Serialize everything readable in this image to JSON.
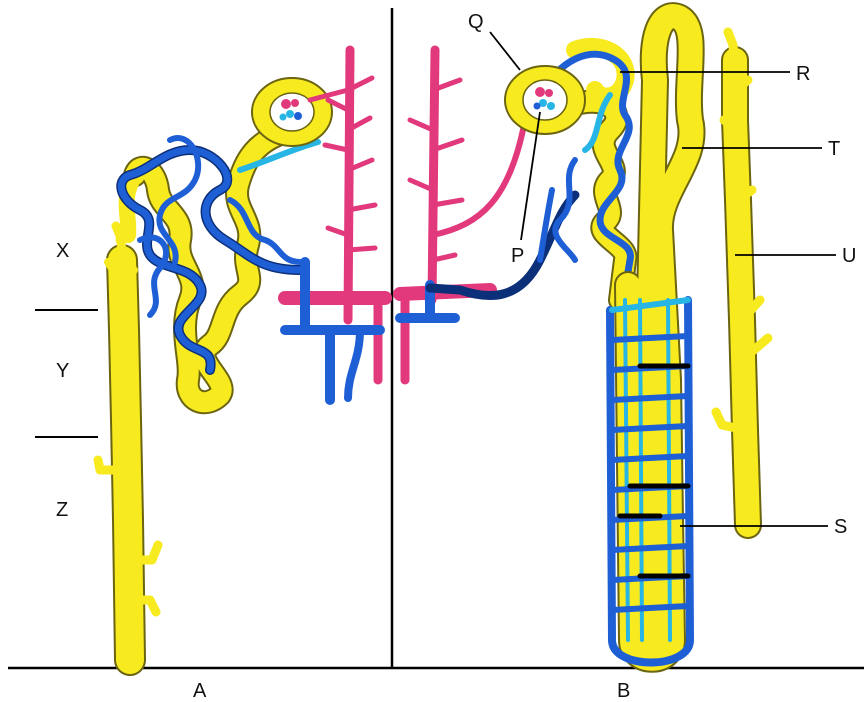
{
  "labels": {
    "x": "X",
    "y": "Y",
    "z": "Z",
    "p": "P",
    "q": "Q",
    "r": "R",
    "s": "S",
    "t": "T",
    "u": "U",
    "a": "A",
    "b": "B"
  },
  "colors": {
    "tubule": "#f7ea1f",
    "tubule_edge": "#6b6410",
    "vein": "#1f5fd6",
    "vein_edge": "#0c2f7a",
    "capillary_light": "#27b5e6",
    "artery": "#e2397c",
    "artery_edge": "#8a1d4a",
    "line": "#000000"
  }
}
